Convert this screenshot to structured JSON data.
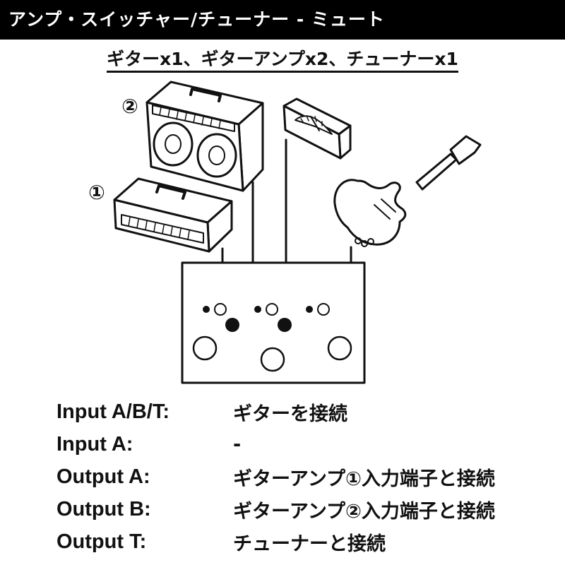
{
  "header": {
    "title": "アンプ・スイッチャー/チューナー - ミュート"
  },
  "subtitle": "ギターx1、ギターアンプx2、チューナーx1",
  "diagram": {
    "amp2_marker": "②",
    "amp1_marker": "①"
  },
  "connections": [
    {
      "label": "Input A/B/T:",
      "value": "ギターを接続"
    },
    {
      "label": "Input A:",
      "value": "-"
    },
    {
      "label": "Output A:",
      "value": "ギターアンプ①入力端子と接続"
    },
    {
      "label": "Output B:",
      "value": "ギターアンプ②入力端子と接続"
    },
    {
      "label": "Output T:",
      "value": "チューナーと接続"
    }
  ]
}
